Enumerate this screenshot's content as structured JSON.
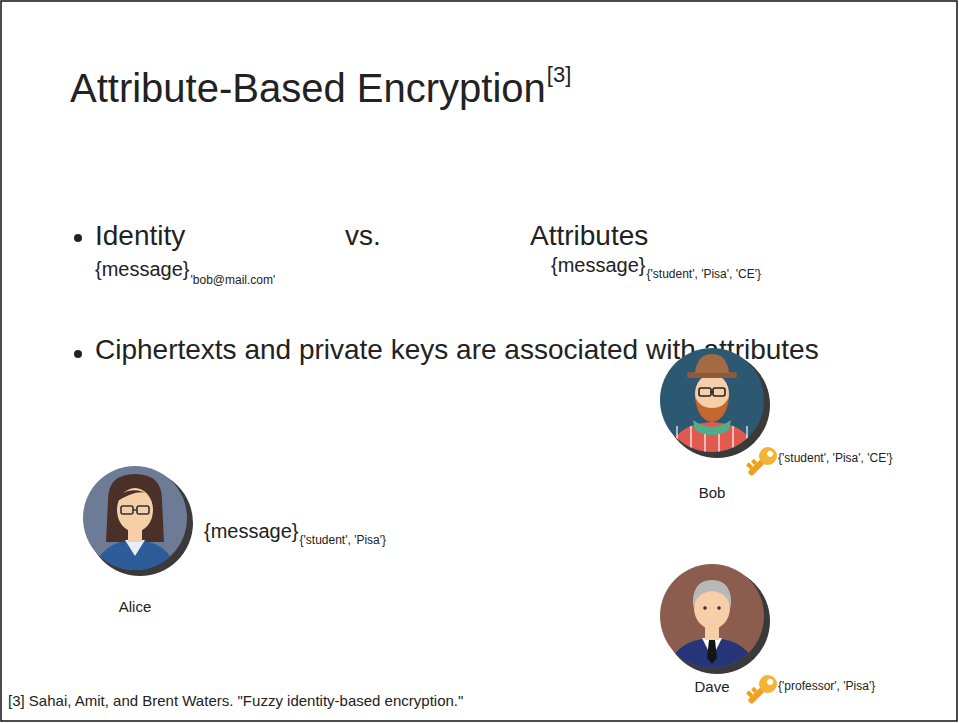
{
  "diagram": {
    "title": "Attribute-Based Encryption",
    "caption": "[3] Sahai, Amit, and Brent Waters. \"Fuzzy identity-based encryption.\"",
    "nodes": [
      {
        "text": [
          "Bob"
        ]
      },
      {
        "text": [
          "Alice"
        ]
      },
      {
        "text": [
          "Dave"
        ]
      }
    ],
    "labels": [
      "[3]",
      "Identity",
      "vs.",
      "Attributes",
      "{message}",
      "'bob@mail.com'",
      "{message}",
      "{'student', 'Pisa', 'CE'}",
      "Ciphertexts and private keys are associated with attributes",
      "{message}",
      "{'student', 'Pisa'}",
      "{'student', 'Pisa', 'CE'}",
      "{'professor', 'Pisa'}"
    ]
  }
}
